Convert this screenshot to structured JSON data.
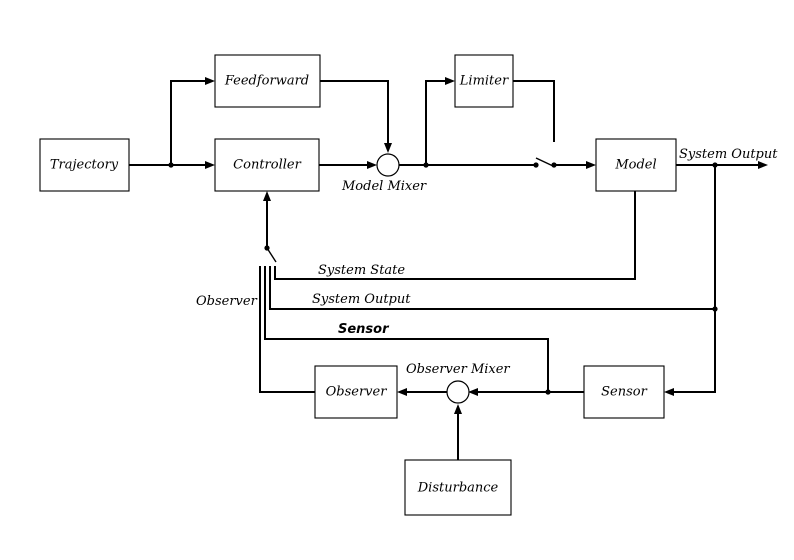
{
  "blocks": {
    "trajectory": "Trajectory",
    "feedforward": "Feedforward",
    "controller": "Controller",
    "limiter": "Limiter",
    "model": "Model",
    "observer": "Observer",
    "sensor": "Sensor",
    "disturbance": "Disturbance"
  },
  "junctions": {
    "model_mixer": "Model Mixer",
    "observer_mixer": "Observer Mixer"
  },
  "signals": {
    "system_output_top": "System Output",
    "system_state": "System State",
    "system_output_feedback": "System Output",
    "sensor_feedback": "Sensor",
    "observer_feedback": "Observer"
  }
}
